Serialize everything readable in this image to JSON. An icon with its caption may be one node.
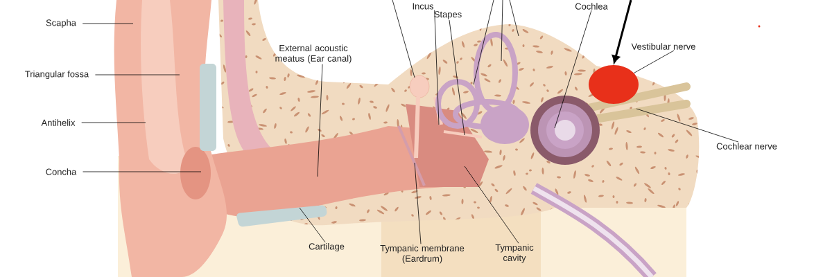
{
  "diagram": {
    "nodes": [
      {
        "text": [
          "Scapha"
        ]
      },
      {
        "text": [
          "Triangular fossa"
        ]
      },
      {
        "text": [
          "Antihelix"
        ]
      },
      {
        "text": [
          "Concha"
        ]
      },
      {
        "text": [
          "Incus"
        ]
      },
      {
        "text": [
          "Stapes"
        ]
      },
      {
        "text": [
          "External acoustic meatus (Ear canal)"
        ]
      },
      {
        "text": [
          "Cochlea"
        ]
      },
      {
        "text": [
          "Vestibular nerve"
        ]
      },
      {
        "text": [],
        "shape": "circle"
      },
      {
        "text": [
          "Cochlear nerve"
        ]
      },
      {
        "text": [
          "Cartilage"
        ]
      },
      {
        "text": [
          "Tympanic membrane (Eardrum)"
        ]
      },
      {
        "text": [
          "Tympanic cavity"
        ]
      }
    ],
    "edges": [
      {
        "from": 0,
        "to": null,
        "arrow": "none"
      },
      {
        "from": 1,
        "to": null,
        "arrow": "none"
      },
      {
        "from": 2,
        "to": null,
        "arrow": "none"
      },
      {
        "from": 3,
        "to": null,
        "arrow": "none"
      },
      {
        "from": 4,
        "to": null,
        "arrow": "none"
      },
      {
        "from": 5,
        "to": null,
        "arrow": "none"
      },
      {
        "from": 6,
        "to": null,
        "arrow": "none"
      },
      {
        "from": 7,
        "to": null,
        "arrow": "none"
      },
      {
        "from": 8,
        "to": 9,
        "arrow": "none"
      },
      {
        "from": null,
        "to": 9,
        "arrow": "to",
        "style": "thick"
      },
      {
        "from": 10,
        "to": null,
        "arrow": "none"
      },
      {
        "from": 11,
        "to": null,
        "arrow": "none"
      },
      {
        "from": 12,
        "to": null,
        "arrow": "none"
      },
      {
        "from": 13,
        "to": null,
        "arrow": "none"
      }
    ]
  }
}
